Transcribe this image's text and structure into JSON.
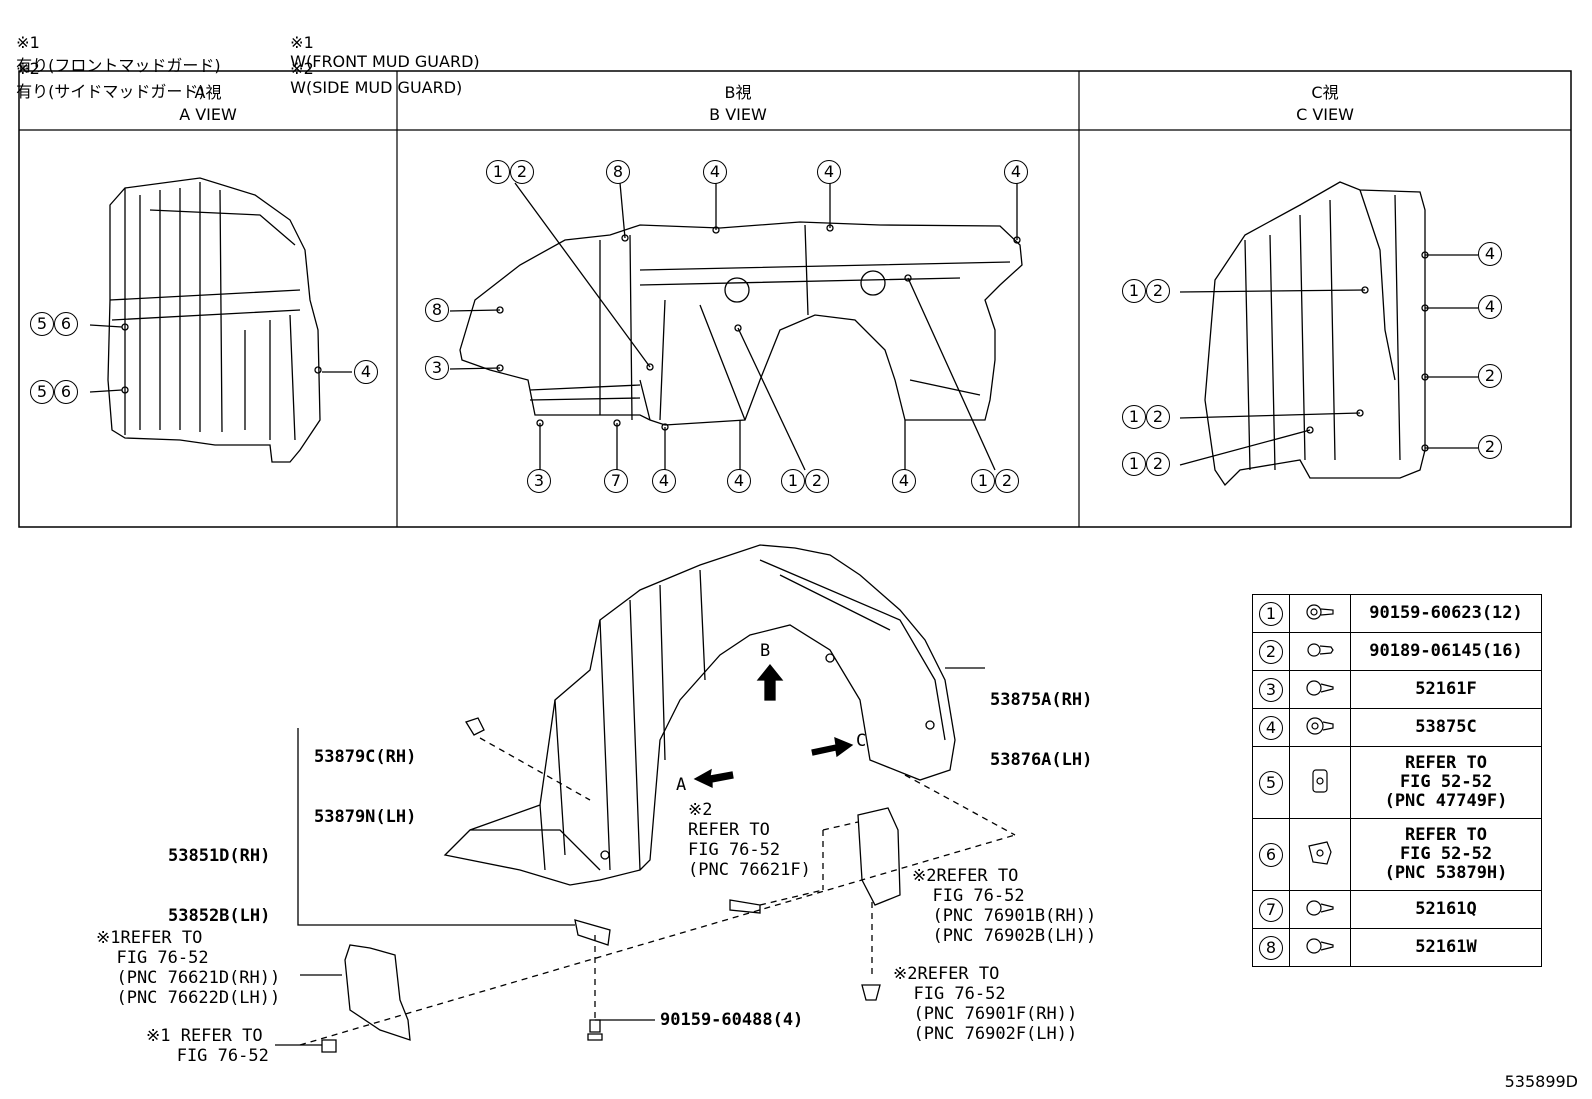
{
  "notes": [
    {
      "mark": "※1",
      "ja": "有り(フロントマッドガード)",
      "en_mark": "※1",
      "en": "W(FRONT MUD GUARD)"
    },
    {
      "mark": "※2",
      "ja": "有り(サイドマッドガード)",
      "en_mark": "※2",
      "en": "W(SIDE MUD GUARD)"
    }
  ],
  "views": [
    {
      "ja": "A視",
      "en": "A VIEW"
    },
    {
      "ja": "B視",
      "en": "B VIEW"
    },
    {
      "ja": "C視",
      "en": "C VIEW"
    }
  ],
  "view_a_callouts": [
    "56",
    "56",
    "4"
  ],
  "view_b_callouts": [
    "12",
    "8",
    "4",
    "4",
    "4",
    "8",
    "3",
    "3",
    "7",
    "4",
    "4",
    "12",
    "4",
    "12"
  ],
  "view_c_callouts": [
    "4",
    "12",
    "4",
    "2",
    "12",
    "12",
    "2"
  ],
  "arrows": {
    "a": "A",
    "b": "B",
    "c": "C"
  },
  "labels": {
    "liner_rh": "53875A(RH)",
    "liner_lh": "53876A(LH)",
    "seal_rh": "53879C(RH)",
    "seal_lh": "53879N(LH)",
    "shield_rh": "53851D(RH)",
    "shield_lh": "53852B(LH)",
    "bolt": "90159-60488(4)",
    "ref_side1": "※2\nREFER TO\nFIG 76-52\n(PNC 76621F)",
    "ref_side2": "※2REFER TO\n  FIG 76-52\n  (PNC 76901B(RH))\n  (PNC 76902B(LH))",
    "ref_side3": "※2REFER TO\n  FIG 76-52\n  (PNC 76901F(RH))\n  (PNC 76902F(LH))",
    "ref_front1": "※1REFER TO\n  FIG 76-52\n  (PNC 76621D(RH))\n  (PNC 76622D(LH))",
    "ref_front2": "※1 REFER TO\n   FIG 76-52"
  },
  "parts_table": [
    {
      "no": "1",
      "icon": "screw-icon",
      "part": "90159-60623(12)"
    },
    {
      "no": "2",
      "icon": "grommet-screw-icon",
      "part": "90189-06145(16)"
    },
    {
      "no": "3",
      "icon": "clip-icon",
      "part": "52161F"
    },
    {
      "no": "4",
      "icon": "push-clip-icon",
      "part": "53875C"
    },
    {
      "no": "5",
      "icon": "nut-clip-icon",
      "part": "REFER TO\nFIG 52-52\n(PNC 47749F)"
    },
    {
      "no": "6",
      "icon": "retainer-icon",
      "part": "REFER TO\nFIG 52-52\n(PNC 53879H)"
    },
    {
      "no": "7",
      "icon": "clip-icon",
      "part": "52161Q"
    },
    {
      "no": "8",
      "icon": "clip-icon",
      "part": "52161W"
    }
  ],
  "figure_id": "535899D"
}
